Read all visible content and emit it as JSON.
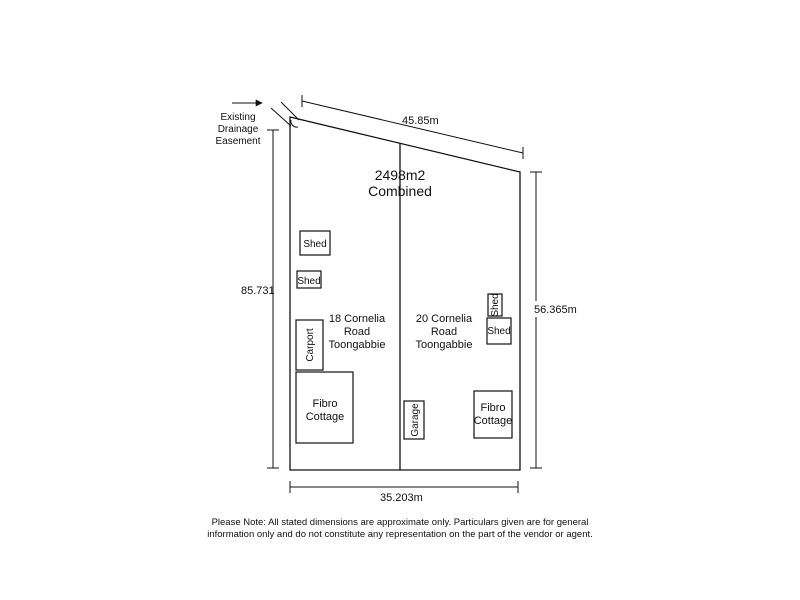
{
  "plan": {
    "area_label": "2498m2",
    "area_sub": "Combined",
    "easement_label_lines": [
      "Existing",
      "Drainage",
      "Easement"
    ],
    "dim_top": "45.85m",
    "dim_left": "85.731",
    "dim_right": "56.365m",
    "dim_bottom": "35.203m",
    "lot_left_address": [
      "18 Cornelia",
      "Road",
      "Toongabbie"
    ],
    "lot_right_address": [
      "20 Cornelia",
      "Road",
      "Toongabbie"
    ],
    "buildings": {
      "shed_1": "Shed",
      "shed_2": "Shed",
      "shed_3": "Shed",
      "shed_4": "Shed",
      "carport": "Carport",
      "garage": "Garage",
      "cottage_left": [
        "Fibro",
        "Cottage"
      ],
      "cottage_right": [
        "Fibro",
        "Cottage"
      ]
    }
  },
  "note": "Please Note: All stated dimensions are approximate only. Particulars given are for general information only and do not constitute any representation on the part of the vendor or agent."
}
